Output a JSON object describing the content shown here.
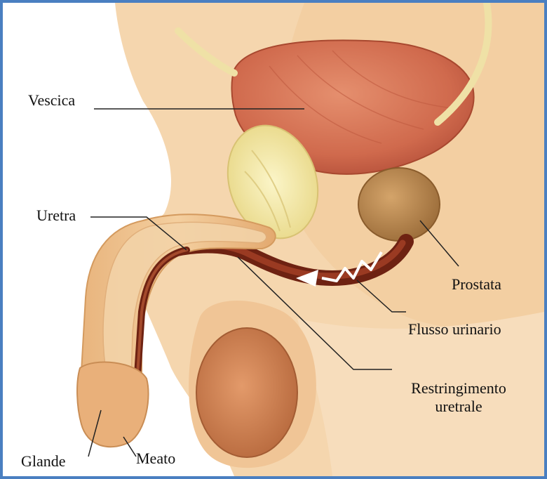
{
  "labels": {
    "vescica": "Vescica",
    "uretra": "Uretra",
    "prostata": "Prostata",
    "flusso": "Flusso urinario",
    "restringimento_1": "Restringimento",
    "restringimento_2": "uretrale",
    "glande": "Glande",
    "meato": "Meato"
  },
  "colors": {
    "frame_border": "#4a7fc1",
    "skin": "#f0c99a",
    "skin_shadow": "#e2ab72",
    "bladder": "#d9765a",
    "prostate": "#b98a4f",
    "bone": "#f3eab2",
    "urethra": "#7a2a18",
    "testis": "#d28152"
  }
}
